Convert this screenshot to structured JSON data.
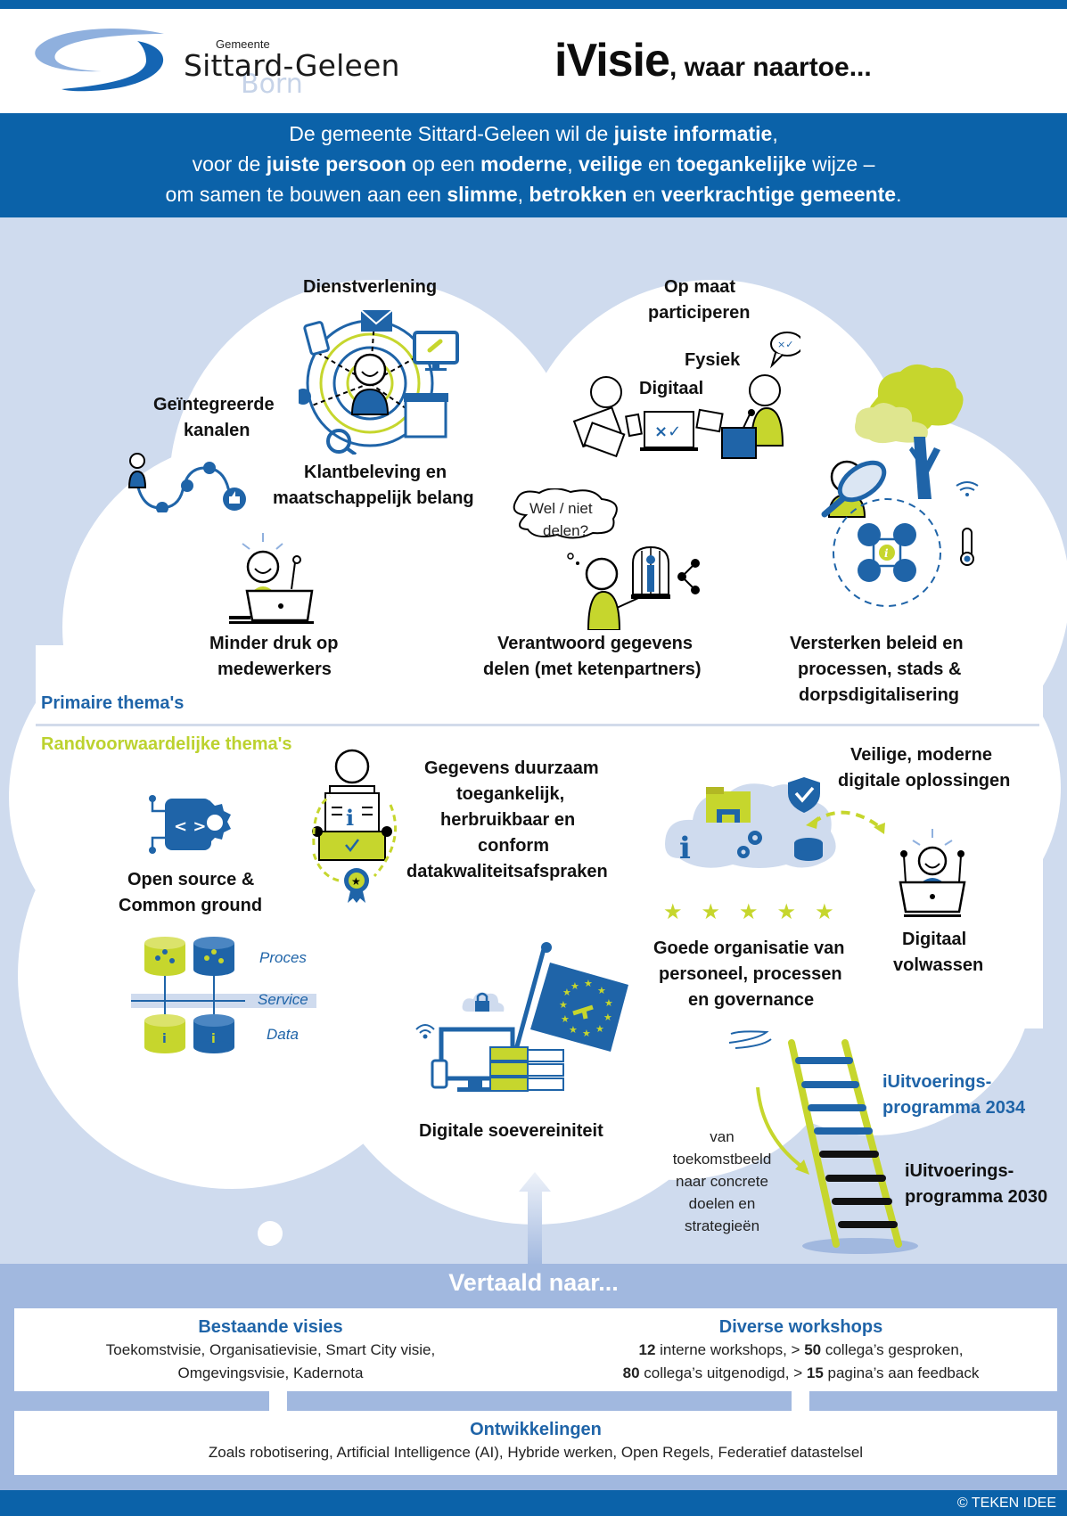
{
  "header": {
    "logo": {
      "prefix": "Gemeente",
      "name": "Sittard-Geleen",
      "sub": "Born"
    },
    "title_main": "iVisie",
    "title_rest": ", waar naartoe..."
  },
  "mission": {
    "line1": [
      {
        "t": "De gemeente Sittard-Geleen wil de ",
        "b": false
      },
      {
        "t": "juiste informatie",
        "b": true
      },
      {
        "t": ",",
        "b": false
      }
    ],
    "line2": [
      {
        "t": "voor de ",
        "b": false
      },
      {
        "t": "juiste persoon",
        "b": true
      },
      {
        "t": " op een ",
        "b": false
      },
      {
        "t": "moderne",
        "b": true
      },
      {
        "t": ", ",
        "b": false
      },
      {
        "t": "veilige",
        "b": true
      },
      {
        "t": " en ",
        "b": false
      },
      {
        "t": "toegankelijke",
        "b": true
      },
      {
        "t": " wijze –",
        "b": false
      }
    ],
    "line3": [
      {
        "t": "om samen te bouwen aan een ",
        "b": false
      },
      {
        "t": "slimme",
        "b": true
      },
      {
        "t": ", ",
        "b": false
      },
      {
        "t": "betrokken",
        "b": true
      },
      {
        "t": " en ",
        "b": false
      },
      {
        "t": "veerkrachtige gemeente",
        "b": true
      },
      {
        "t": ".",
        "b": false
      }
    ]
  },
  "primary": {
    "section_label": "Primaire thema's",
    "dienstverlening": "Dienstverlening",
    "geintegreerd_1": "Geïntegreerde",
    "geintegreerd_2": "kanalen",
    "klant_1": "Klantbeleving en",
    "klant_2": "maatschappelijk  belang",
    "opmaat_1": "Op maat",
    "opmaat_2": "participeren",
    "fysiek": "Fysiek",
    "digitaal": "Digitaal",
    "thought_1": "Wel / niet",
    "thought_2": "delen?",
    "minder_1": "Minder druk op",
    "minder_2": "medewerkers",
    "verantwoord_1": "Verantwoord gegevens",
    "verantwoord_2": "delen (met ketenpartners)",
    "versterken_1": "Versterken beleid en",
    "versterken_2": "processen, stads &",
    "versterken_3": "dorpsdigitalisering"
  },
  "conditional": {
    "section_label": "Randvoorwaardelijke thema's",
    "opensource_1": "Open source &",
    "opensource_2": "Common ground",
    "gegevens_1": "Gegevens duurzaam",
    "gegevens_2": "toegankelijk,",
    "gegevens_3": "herbruikbaar  en",
    "gegevens_4": "conform",
    "gegevens_5": "datakwaliteitsafspraken",
    "veilige_1": "Veilige, moderne",
    "veilige_2": "digitale oplossingen",
    "layer_proces": "Proces",
    "layer_service": "Service",
    "layer_data": "Data",
    "goede_1": "Goede organisatie van",
    "goede_2": "personeel, processen",
    "goede_3": "en governance",
    "digitaal_vol_1": "Digitaal",
    "digitaal_vol_2": "volwassen",
    "soevereiniteit": "Digitale soevereiniteit",
    "star_count": 5
  },
  "ladder": {
    "prog2034_1": "iUitvoerings-",
    "prog2034_2": "programma  2034",
    "prog2030_1": "iUitvoerings-",
    "prog2030_2": "programma  2030",
    "note_1": "van",
    "note_2": "toekomstbeeld",
    "note_3": "naar concrete",
    "note_4": "doelen en",
    "note_5": "strategieën"
  },
  "bottom": {
    "heading": "Vertaald naar...",
    "visies": {
      "title": "Bestaande visies",
      "line1": "Toekomstvisie, Organisatievisie, Smart City visie,",
      "line2": "Omgevingsvisie, Kadernota"
    },
    "workshops": {
      "title": "Diverse workshops",
      "line1": [
        {
          "t": "12",
          "b": true
        },
        {
          "t": " interne workshops, > ",
          "b": false
        },
        {
          "t": "50",
          "b": true
        },
        {
          "t": " collega’s gesproken,",
          "b": false
        }
      ],
      "line2": [
        {
          "t": "80",
          "b": true
        },
        {
          "t": " collega’s uitgenodigd, > ",
          "b": false
        },
        {
          "t": "15",
          "b": true
        },
        {
          "t": " pagina’s aan feedback",
          "b": false
        }
      ]
    },
    "ontwikkelingen": {
      "title": "Ontwikkelingen",
      "line1": "Zoals robotisering, Artificial Intelligence (AI), Hybride werken, Open Regels, Federatief datastelsel"
    }
  },
  "footer": {
    "copyright": "© TEKEN IDEE"
  },
  "colors": {
    "brand_blue": "#0b62a9",
    "lime": "#bcd22f",
    "light_bg": "#cfdbee",
    "band_bg": "#a1b8df"
  }
}
